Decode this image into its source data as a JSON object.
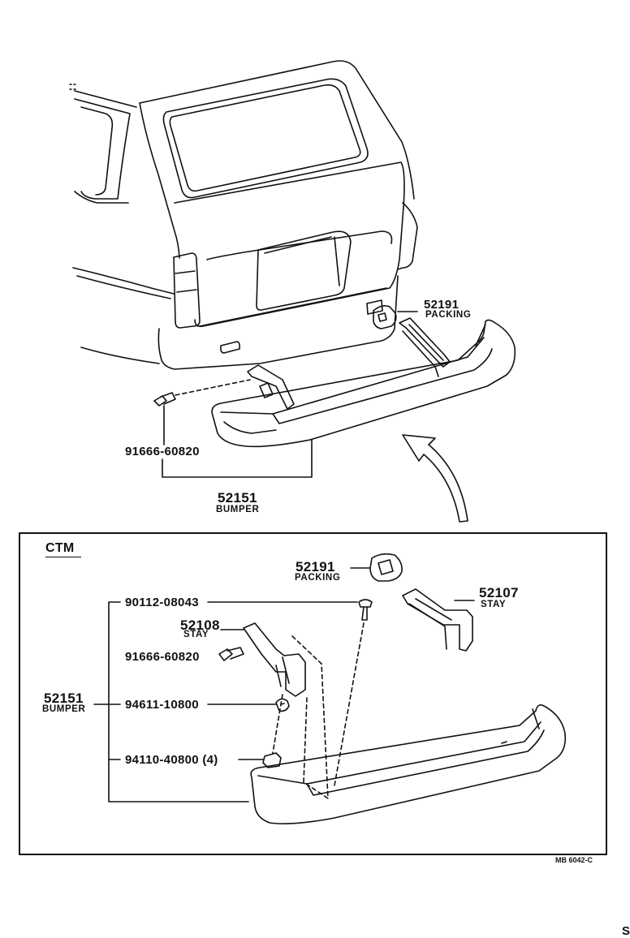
{
  "colors": {
    "line": "#111111",
    "background": "#ffffff"
  },
  "upper": {
    "packing": {
      "number": "52191",
      "name": "PACKING"
    },
    "screw": {
      "number": "91666-60820"
    },
    "bumper": {
      "number": "52151",
      "name": "BUMPER"
    }
  },
  "inset": {
    "title": "CTM",
    "packing": {
      "number": "52191",
      "name": "PACKING"
    },
    "stay_right": {
      "number": "52107",
      "name": "STAY"
    },
    "stay_left": {
      "number": "52108",
      "name": "STAY"
    },
    "bolt": {
      "number": "90112-08043"
    },
    "screw": {
      "number": "91666-60820"
    },
    "bumper": {
      "number": "52151",
      "name": "BUMPER"
    },
    "washer": {
      "number": "94611-10800"
    },
    "nut": {
      "number": "94110-40800 (4)"
    }
  },
  "figure_code": "MB 6042-C",
  "corner_mark": "S"
}
